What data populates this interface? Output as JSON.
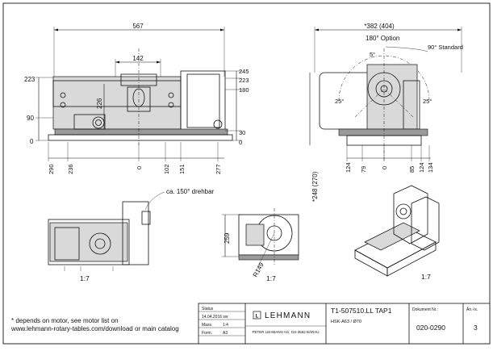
{
  "front_view": {
    "width_dim": "567",
    "center_dim": "142",
    "left_height": "223",
    "inner_height": "226",
    "left_90": "90",
    "left_0": "0",
    "right_245": "245",
    "right_223": "223",
    "right_180": "180",
    "right_30": "30",
    "right_0": "0",
    "bottom_290": "290",
    "bottom_236": "236",
    "bottom_0": "0",
    "bottom_102": "102",
    "bottom_151": "151",
    "bottom_277": "277"
  },
  "side_view": {
    "top_dim": "*382 (404)",
    "option_label": "180° Option",
    "standard_label": "90° Standard",
    "angle_5": "5°",
    "angle_25_left": "25°",
    "angle_25_right": "25°",
    "left_dim": "*248 (270)",
    "bottom_124": "124",
    "bottom_79": "79",
    "bottom_0": "0",
    "bottom_85": "85",
    "bottom_124b": "124",
    "bottom_134": "134"
  },
  "view3": {
    "note": "ca. 150° drehbar",
    "scale": "1:7"
  },
  "view4": {
    "height_dim": "259",
    "radius_dim": "R149",
    "scale": "1:7"
  },
  "view5": {
    "scale": "1:7"
  },
  "footnote": {
    "line1": "* depends on motor, see motor list on",
    "line2": "www.lehmann-rotary-tables.com/download or main catalog"
  },
  "title_block": {
    "status_label": "Status",
    "date": "14.04.2016 sw",
    "mass_label": "Mass.",
    "scale_value": "1:4",
    "format_label": "Form.",
    "format_value": "A3",
    "company": "LEHMANN",
    "address": "PETER LEHMANN AG, CH-3552 BÄRAU",
    "title": "T1-507510.LL TAP1",
    "subtitle": "HSK-A63 / Ø70",
    "doc_label": "Dokument Nr.:",
    "doc_number": "020-0290",
    "rev_label": "Än.-Ix.",
    "rev": "3"
  }
}
